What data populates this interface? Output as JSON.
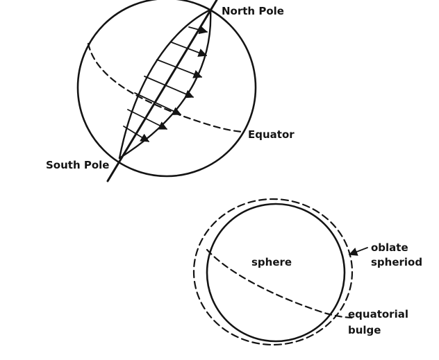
{
  "labels": {
    "north_pole": "North Pole",
    "south_pole": "South Pole",
    "equator": "Equator",
    "sphere": "sphere",
    "oblate_line1": "oblate",
    "oblate_line2": "spheriod",
    "bulge_line1": "equatorial",
    "bulge_line2": "bulge"
  },
  "colors": {
    "ink": "#141414",
    "background": "#ffffff"
  }
}
